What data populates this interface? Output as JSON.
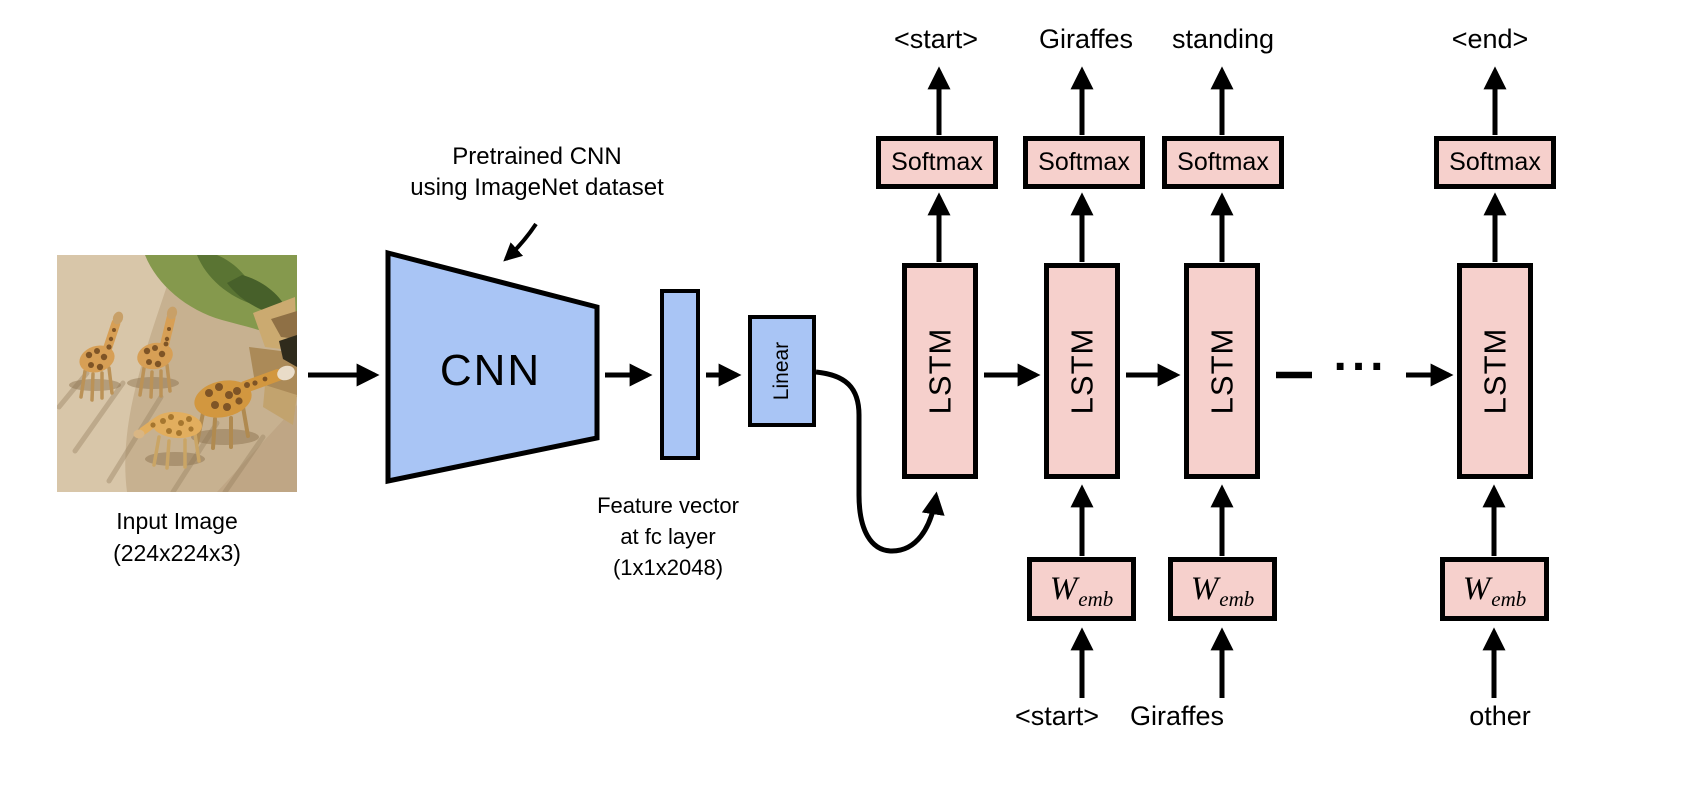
{
  "input_image": {
    "caption_line1": "Input Image",
    "caption_line2": "(224x224x3)"
  },
  "cnn": {
    "box_label": "CNN",
    "annotation": {
      "line1": "Pretrained CNN",
      "line2": "using ImageNet dataset"
    }
  },
  "feature_vector": {
    "line1": "Feature vector",
    "line2": "at fc layer",
    "line3": "(1x1x2048)"
  },
  "linear": {
    "label": "Linear"
  },
  "decoder": {
    "lstm_label": "LSTM",
    "softmax_label": "Softmax",
    "wemb_main": "W",
    "wemb_sub": "emb",
    "outputs": [
      "<start>",
      "Giraffes",
      "standing",
      "<end>"
    ],
    "inputs": [
      "<start>",
      "Giraffes",
      "other"
    ],
    "ellipsis": "..."
  },
  "colors": {
    "blue_fill": "#a9c5f5",
    "pink_fill": "#f6d0cc",
    "stroke": "#000000"
  }
}
